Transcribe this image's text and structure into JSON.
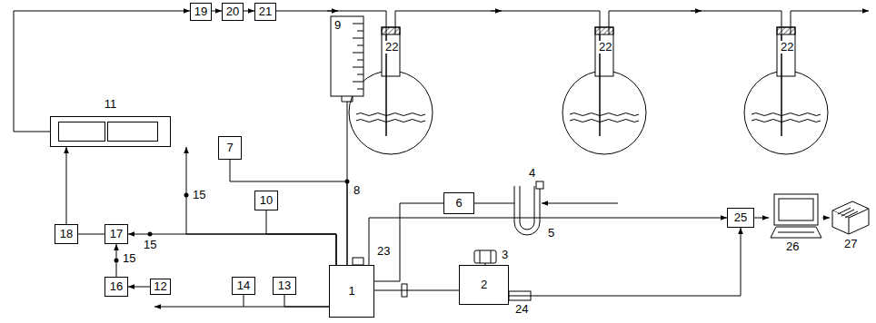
{
  "diagram": {
    "nodes": [
      {
        "text": [
          "19"
        ]
      },
      {
        "text": [
          "20"
        ]
      },
      {
        "text": [
          "21"
        ]
      },
      {
        "text": [
          "11"
        ]
      },
      {
        "text": [
          "7"
        ]
      },
      {
        "text": [
          "10"
        ]
      },
      {
        "text": [
          "6"
        ]
      },
      {
        "text": [
          "25"
        ]
      },
      {
        "text": [
          "18"
        ]
      },
      {
        "text": [
          "17"
        ]
      },
      {
        "text": [
          "14"
        ]
      },
      {
        "text": [
          "13"
        ]
      },
      {
        "text": [
          "1"
        ]
      },
      {
        "text": [
          "2"
        ]
      },
      {
        "text": [
          "16"
        ]
      },
      {
        "text": [
          "12"
        ]
      }
    ],
    "edges": [
      {
        "from": 0,
        "to": 1,
        "arrow": "to"
      },
      {
        "from": 1,
        "to": 2,
        "arrow": "to"
      },
      {
        "from": 3,
        "to": 0,
        "arrow": "to"
      },
      {
        "from": 12,
        "to": 9,
        "arrow": "to"
      },
      {
        "from": 12,
        "to": 3,
        "arrow": "to"
      },
      {
        "from": 9,
        "to": 8,
        "arrow": "none"
      },
      {
        "from": 8,
        "to": 3,
        "arrow": "to"
      },
      {
        "from": 14,
        "to": 9,
        "arrow": "to"
      },
      {
        "from": 15,
        "to": 14,
        "arrow": "to"
      },
      {
        "from": 4,
        "to": 12,
        "arrow": "none"
      },
      {
        "from": 5,
        "to": 12,
        "arrow": "none"
      },
      {
        "from": 10,
        "to": 12,
        "arrow": "none"
      },
      {
        "from": 11,
        "to": 12,
        "arrow": "none"
      },
      {
        "from": 12,
        "to": 6,
        "arrow": "none"
      },
      {
        "from": 12,
        "to": 7,
        "arrow": "to"
      },
      {
        "from": 13,
        "to": 7,
        "arrow": "to"
      },
      {
        "from": 12,
        "to": 13,
        "arrow": "none"
      }
    ],
    "labels": [
      "22",
      "22",
      "22",
      "9",
      "15",
      "8",
      "15",
      "23",
      "4",
      "5",
      "3",
      "15",
      "24",
      "26",
      "27"
    ]
  }
}
